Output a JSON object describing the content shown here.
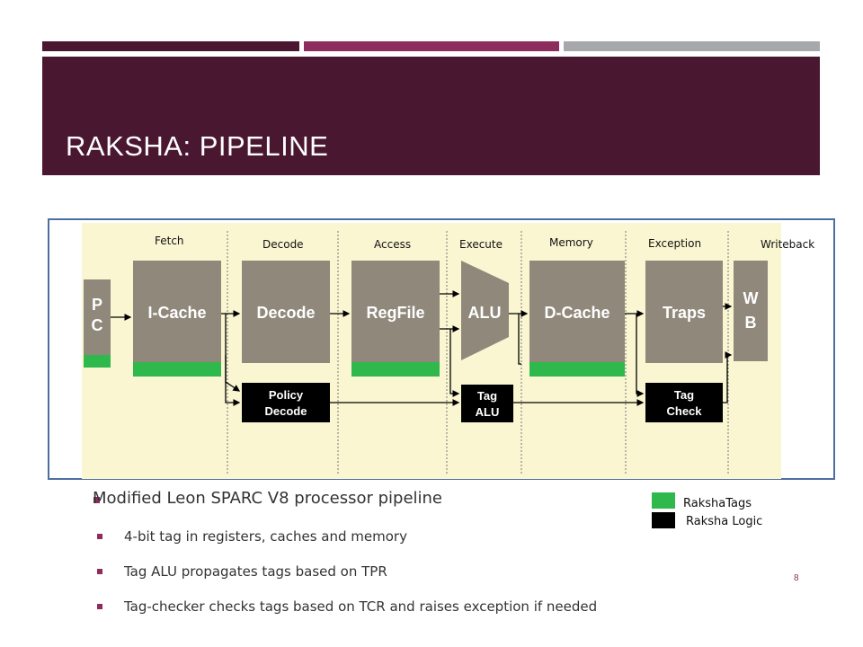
{
  "slide": {
    "title": "RAKSHA: PIPELINE",
    "page_number": "8",
    "colors": {
      "header": "#4a1731",
      "accent": "#8c2d5e",
      "gray": "#a6a8ac"
    }
  },
  "diagram": {
    "stages": [
      "Fetch",
      "Decode",
      "Access",
      "Execute",
      "Memory",
      "Exception",
      "Writeback"
    ],
    "blocks": {
      "pc_line1": "P",
      "pc_line2": "C",
      "icache": "I-Cache",
      "decode": "Decode",
      "regfile": "RegFile",
      "alu": "ALU",
      "dcache": "D-Cache",
      "traps": "Traps",
      "wb_line1": "W",
      "wb_line2": "B",
      "policy_line1": "Policy",
      "policy_line2": "Decode",
      "tagalu_line1": "Tag",
      "tagalu_line2": "ALU",
      "tagcheck_line1": "Tag",
      "tagcheck_line2": "Check"
    },
    "colors": {
      "background": "#faf6d2",
      "block": "#8f887b",
      "tag": "#2fb84b",
      "logic": "#000000",
      "border": "#4d6fa0"
    }
  },
  "bullets": {
    "main": "Modified Leon SPARC V8 processor pipeline",
    "sub": [
      "4-bit tag in registers, caches and memory",
      "Tag ALU propagates tags based on TPR",
      "Tag-checker checks tags based on TCR and raises exception if needed"
    ]
  },
  "legend": {
    "tags_label": "RakshaTags",
    "logic_label": "Raksha Logic",
    "tags_color": "#2fb84b",
    "logic_color": "#000000"
  }
}
